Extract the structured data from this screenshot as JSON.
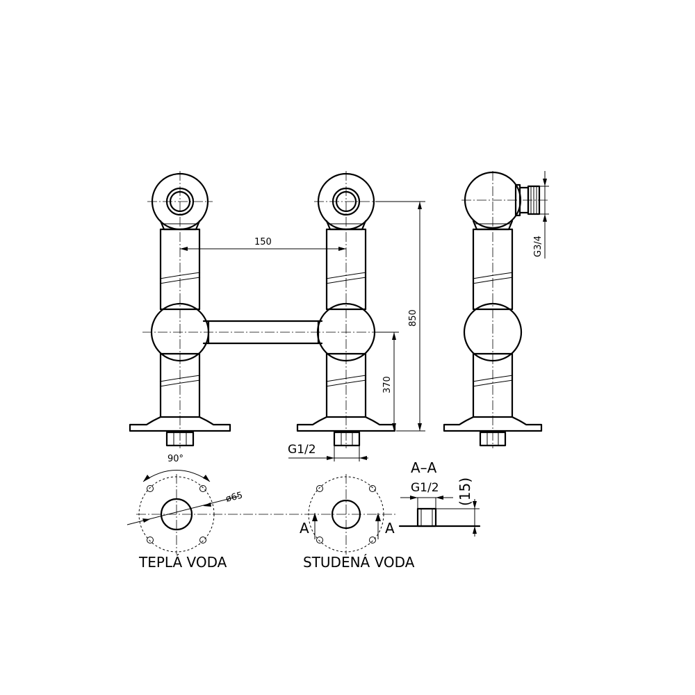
{
  "dimensions": {
    "spacing": "150",
    "height_total": "850",
    "height_bar": "370",
    "thread_inlet": "G1/2",
    "thread_side": "G3/4",
    "angle": "90°",
    "bolt_circle": "ø65",
    "section_thread": "G1/2",
    "section_depth": "(15)"
  },
  "section": {
    "title": "A–A",
    "mark_left": "A",
    "mark_right": "A"
  },
  "labels": {
    "hot_water": "TEPLÁ VODA",
    "cold_water": "STUDENÁ VODA"
  }
}
